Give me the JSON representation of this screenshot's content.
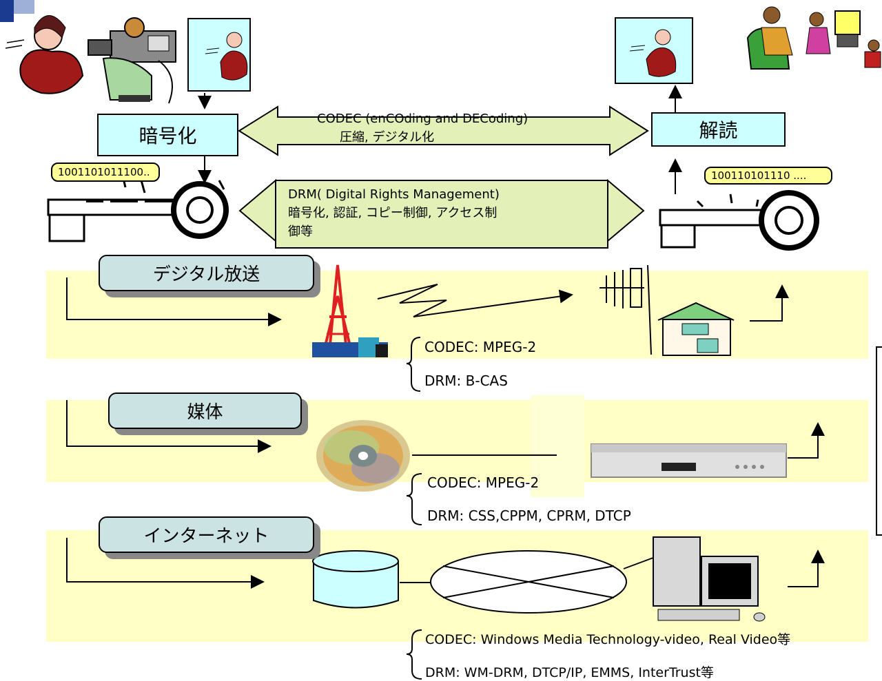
{
  "top": {
    "encode_label": "暗号化",
    "decode_label": "解読",
    "bits_left": "1001101011100..",
    "bits_right": "100110101110 ....",
    "codec_title": "CODEC (enCOding and DECoding)",
    "codec_sub": "圧縮, デジタル化",
    "drm_line1": "DRM( Digital Rights Management)",
    "drm_line2": "暗号化, 認証, コピー制御, アクセス制",
    "drm_line3": "御等"
  },
  "rows": [
    {
      "title": "デジタル放送",
      "codec": "CODEC: MPEG-2",
      "drm": "DRM: B-CAS"
    },
    {
      "title": "媒体",
      "codec": "CODEC: MPEG-2",
      "drm": "DRM: CSS,CPPM, CPRM, DTCP"
    },
    {
      "title": "インターネット",
      "codec": "CODEC: Windows Media Technology-video, Real Video等",
      "drm": "DRM: WM-DRM, DTCP/IP, EMMS, InterTrust等"
    }
  ]
}
